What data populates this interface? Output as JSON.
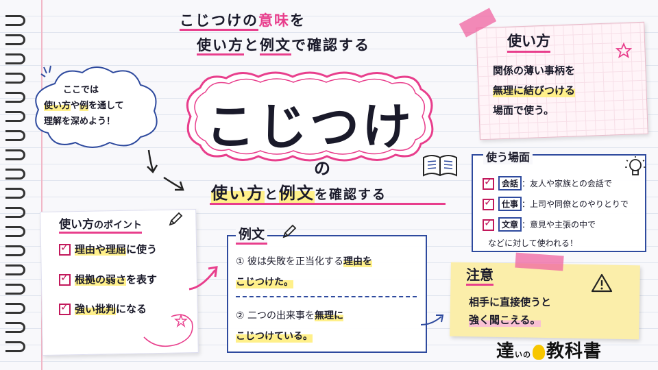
{
  "header": {
    "line1_a": "こじつけの",
    "line1_b": "意味",
    "line1_c": "を",
    "line2_a": "使い方",
    "line2_b": "と",
    "line2_c": "例文",
    "line2_d": "で確認する"
  },
  "cloud": {
    "l1": "ここでは",
    "l2_a": "使い方",
    "l2_b": "や",
    "l2_c": "例",
    "l2_d": "を通して",
    "l3": "理解を深めよう！"
  },
  "main": {
    "word": "こじつけ",
    "particle": "の",
    "sub_a": "使い方",
    "sub_b": "と",
    "sub_c": "例文",
    "sub_d": "を確認する"
  },
  "usage": {
    "title": "使い方",
    "l1": "関係の薄い事柄を",
    "l2_hl": "無理に結びつける",
    "l3": "場面で使う。"
  },
  "scenes": {
    "title": "使う場面",
    "items": [
      {
        "tag": "会話",
        "text": "：友人や家族との会話で"
      },
      {
        "tag": "仕事",
        "text": "：上司や同僚とのやりとりで"
      },
      {
        "tag": "文章",
        "text": "：意見や主張の中で"
      }
    ],
    "footer": "などに対して使われる！"
  },
  "points": {
    "title_a": "使い方",
    "title_b": "のポイント",
    "items": [
      {
        "hl": "理由や理屈",
        "rest": "に使う"
      },
      {
        "hl": "根拠の弱さ",
        "rest": "を表す"
      },
      {
        "hl": "強い批判",
        "rest": "になる"
      }
    ]
  },
  "examples": {
    "title": "例文",
    "ex1_num": "①",
    "ex1_a": "彼は失敗を正当化する",
    "ex1_b": "理由を",
    "ex1_c": "こじつけた。",
    "ex2_num": "②",
    "ex2_a": "二つの出来事を",
    "ex2_b": "無理に",
    "ex2_c": "こじつけている。"
  },
  "caution": {
    "title": "注意",
    "l1": "相手に直接使うと",
    "l2": "強く聞こえる。"
  },
  "logo": {
    "a": "達",
    "b": "いの",
    "c": "教科書"
  },
  "colors": {
    "accent_pink": "#e83e8c",
    "navy": "#2e4a9e",
    "highlight_yellow": "#fff08a"
  }
}
